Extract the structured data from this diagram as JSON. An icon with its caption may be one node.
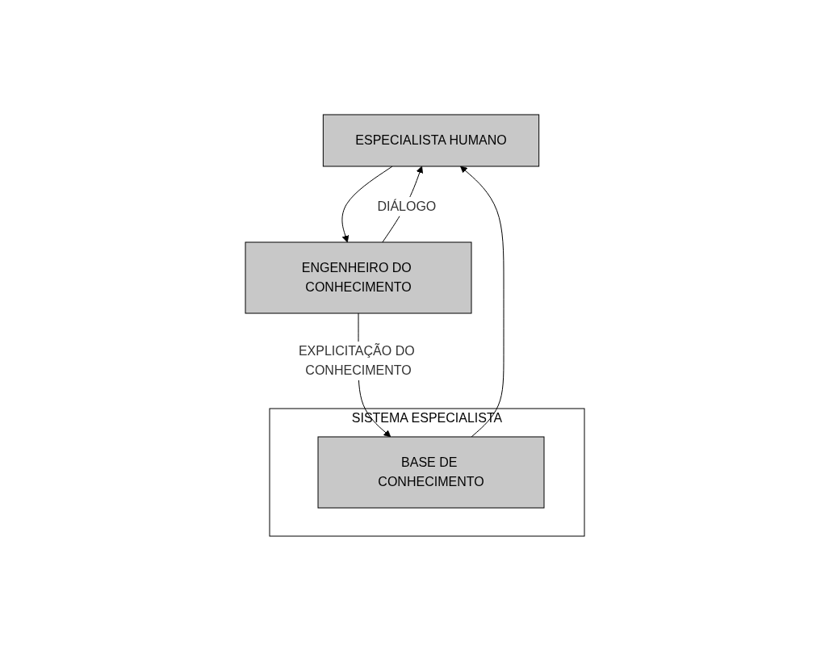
{
  "diagram": {
    "nodes": [
      {
        "text": [
          "ESPECIALISTA HUMANO"
        ]
      },
      {
        "text": [
          "ENGENHEIRO DO CONHECIMENTO"
        ]
      },
      {
        "text": [
          "SISTEMA ESPECIALISTA"
        ]
      },
      {
        "text": [
          "BASE DE CONHECIMENTO"
        ],
        "in": 2
      }
    ],
    "edges": [
      {
        "from": 1,
        "to": 0,
        "arrow": "to",
        "label": "DIÁLOGO"
      },
      {
        "from": 0,
        "to": 1,
        "arrow": "to"
      },
      {
        "from": 1,
        "to": 3,
        "arrow": "to",
        "label": "EXPLICITAÇÃO DO CONHECIMENTO"
      },
      {
        "from": 3,
        "to": 0,
        "arrow": "to"
      }
    ]
  }
}
